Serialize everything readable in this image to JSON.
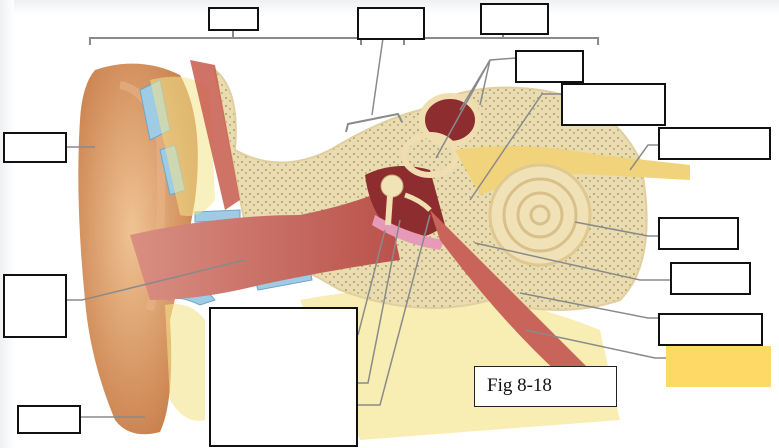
{
  "figure": {
    "caption": "Fig 8-18",
    "subject": "ear anatomy cross-section",
    "label_count": 17
  },
  "labels": [
    {
      "id": "top-outer",
      "text": "",
      "region": "outer ear bracket"
    },
    {
      "id": "top-middle",
      "text": "",
      "region": "middle ear bracket"
    },
    {
      "id": "top-inner",
      "text": "",
      "region": "inner ear bracket"
    },
    {
      "id": "semicircular",
      "text": "",
      "region": "semicircular canals"
    },
    {
      "id": "vestibule",
      "text": "",
      "region": "vestibule"
    },
    {
      "id": "nerve",
      "text": "",
      "region": "vestibulocochlear nerve"
    },
    {
      "id": "auricle",
      "text": "",
      "region": "auricle"
    },
    {
      "id": "canal",
      "text": "",
      "region": "external auditory canal"
    },
    {
      "id": "lobe",
      "text": "",
      "region": "earlobe"
    },
    {
      "id": "ossicles",
      "text": "",
      "region": "tympanic membrane and ossicles"
    },
    {
      "id": "cochlea",
      "text": "",
      "region": "cochlea"
    },
    {
      "id": "round-window",
      "text": "",
      "region": "round window"
    },
    {
      "id": "tube-1",
      "text": "",
      "region": "auditory tube"
    },
    {
      "id": "tube-2",
      "text": "",
      "region": "highlighted label"
    },
    {
      "id": "temporal",
      "text": "",
      "region": "temporal bone bracket"
    }
  ],
  "colors": {
    "highlight": "#ffd966",
    "skin": "#d99a66",
    "bone": "#e8dcb0",
    "canal": "#c8726a",
    "cartilage": "#9fcbe4",
    "fat": "#f3e38a",
    "leader": "#7a7a7a"
  }
}
